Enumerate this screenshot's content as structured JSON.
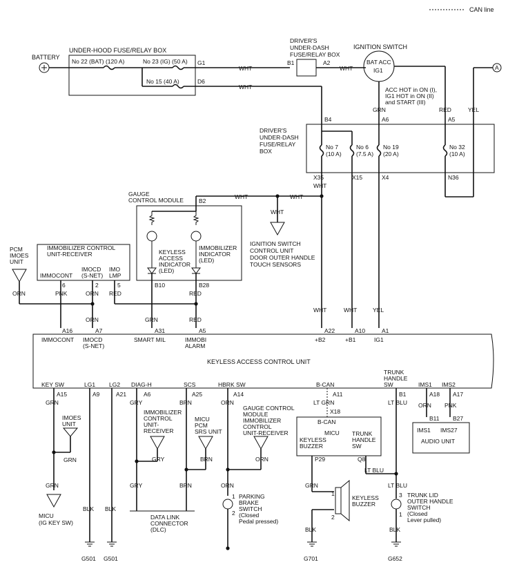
{
  "legend": {
    "can_line": "CAN line"
  },
  "battery": "BATTERY",
  "underhood": {
    "title": "UNDER-HOOD FUSE/RELAY BOX",
    "fuse22": "No 22 (BAT) (120 A)",
    "fuse23": "No 23 (IG) (50 A)",
    "fuse15": "No 15 (40 A)",
    "g1": "G1",
    "d6": "D6"
  },
  "dash_top": {
    "title1": "DRIVER'S",
    "title2": "UNDER-DASH",
    "title3": "FUSE/RELAY BOX",
    "b1": "B1",
    "a2": "A2"
  },
  "ignition": {
    "title": "IGNITION SWITCH",
    "bat_acc": "BAT ACC",
    "ig1": "IG1",
    "note1": "ACC HOT in ON (I),",
    "note2": "IG1 HOT in ON (II)",
    "note3": "and START (III)"
  },
  "conn_a": "A",
  "wires": {
    "wht": "WHT",
    "grn": "GRN",
    "red": "RED",
    "yel": "YEL",
    "orn": "ORN",
    "pnk": "PNK",
    "blk": "BLK",
    "gry": "GRY",
    "brn": "BRN",
    "lt_grn": "LT GRN",
    "lt_blu": "LT BLU"
  },
  "dash_box": {
    "title1": "DRIVER'S",
    "title2": "UNDER-DASH",
    "title3": "FUSE/RELAY",
    "title4": "BOX",
    "b4": "B4",
    "a6": "A6",
    "a5": "A5",
    "fuse7a": "No 7",
    "fuse7b": "(10 A)",
    "fuse6a": "No 6",
    "fuse6b": "(7.5 A)",
    "fuse19a": "No 19",
    "fuse19b": "(20 A)",
    "fuse32a": "No 32",
    "fuse32b": "(10 A)",
    "x35": "X35",
    "x15": "X15",
    "x4": "X4",
    "n36": "N36"
  },
  "gauge": {
    "title1": "GAUGE",
    "title2": "CONTROL MODULE",
    "b2": "B2",
    "led1a": "KEYLESS",
    "led1b": "ACCESS",
    "led1c": "INDICATOR",
    "led1d": "(LED)",
    "led2a": "IMMOBILIZER",
    "led2b": "INDICATOR",
    "led2c": "(LED)",
    "b10": "B10",
    "b28": "B28"
  },
  "ig_unit": {
    "line1": "IGNITION SWITCH",
    "line2": "CONTROL UNIT",
    "line3": "DOOR OUTER HANDLE",
    "line4": "TOUCH SENSORS"
  },
  "pcm": {
    "line1": "PCM",
    "line2": "IMOES",
    "line3": "UNIT"
  },
  "immo": {
    "title1": "IMMOBILIZER CONTROL",
    "title2": "UNIT-RECEIVER",
    "p1": "IMMOCONT",
    "p2a": "IMOCD",
    "p2b": "(S-NET)",
    "p3a": "IMO",
    "p3b": "LMP",
    "n6": "6",
    "n2": "2",
    "n5": "5"
  },
  "kacu": {
    "title": "KEYLESS ACCESS CONTROL UNIT",
    "top_pins": {
      "a16": "A16",
      "a7": "A7",
      "a31": "A31",
      "a5": "A5",
      "a22": "A22",
      "a10": "A10",
      "a1": "A1"
    },
    "top_labels": {
      "immocont": "IMMOCONT",
      "imocd": "IMOCD",
      "snet": "(S-NET)",
      "smart_mil": "SMART MIL",
      "immobi": "IMMOBI",
      "alarm": "ALARM",
      "b2": "+B2",
      "b1": "+B1",
      "ig1": "IG1"
    },
    "bottom_labels": {
      "key_sw": "KEY SW",
      "lg1": "LG1",
      "lg2": "LG2",
      "diag": "DIAG-H",
      "scs": "SCS",
      "hbrk": "HBRK SW",
      "bcan": "B-CAN",
      "trunk1": "TRUNK",
      "trunk2": "HANDLE",
      "trunk3": "SW",
      "ims1": "IMS1",
      "ims2": "IMS2"
    },
    "bottom_pins": {
      "a15": "A15",
      "a9": "A9",
      "a21": "A21",
      "a6": "A6",
      "a25": "A25",
      "a14": "A14",
      "a11": "A11",
      "b1": "B1",
      "a18": "A18",
      "a17": "A17"
    }
  },
  "imoes_unit": {
    "line1": "IMOES",
    "line2": "UNIT"
  },
  "immo_recv2": {
    "line1": "IMMOBILIZER",
    "line2": "CONTROL",
    "line3": "UNIT-",
    "line4": "RECEIVER"
  },
  "micu_pcm": {
    "line1": "MICU",
    "line2": "PCM",
    "line3": "SRS UNIT"
  },
  "gauge2": {
    "line1": "GAUGE CONTROL",
    "line2": "MODULE",
    "line3": "IMMOBILIZER",
    "line4": "CONTROL",
    "line5": "UNIT-RECEIVER"
  },
  "micu_box": {
    "x18": "X18",
    "bcan": "B-CAN",
    "micu": "MICU",
    "keyless1": "KEYLESS",
    "keyless2": "BUZZER",
    "trunk1": "TRUNK",
    "trunk2": "HANDLE",
    "trunk3": "SW",
    "p29": "P29",
    "q8": "Q8"
  },
  "audio": {
    "b11": "B11",
    "b27": "B27",
    "ims1": "IMS1",
    "ims27": "IMS27",
    "title": "AUDIO UNIT"
  },
  "micu_ig": {
    "line1": "MICU",
    "line2": "(IG KEY SW)"
  },
  "dlc": {
    "line1": "DATA LINK",
    "line2": "CONNECTOR",
    "line3": "(DLC)"
  },
  "parking": {
    "n1": "1",
    "n2": "2",
    "line1": "PARKING",
    "line2": "BRAKE",
    "line3": "SWITCH",
    "line4": "(Closed",
    "line5": "Pedal pressed)"
  },
  "buzzer": {
    "n1": "1",
    "n2": "2",
    "line1": "KEYLESS",
    "line2": "BUZZER"
  },
  "trunk_sw": {
    "n3": "3",
    "n1": "1",
    "line1": "TRUNK LID",
    "line2": "OUTER HANDLE",
    "line3": "SWITCH",
    "line4": "(Closed",
    "line5": "Lever pulled)"
  },
  "grounds": {
    "g501a": "G501",
    "g501b": "G501",
    "g701": "G701",
    "g652": "G652"
  }
}
